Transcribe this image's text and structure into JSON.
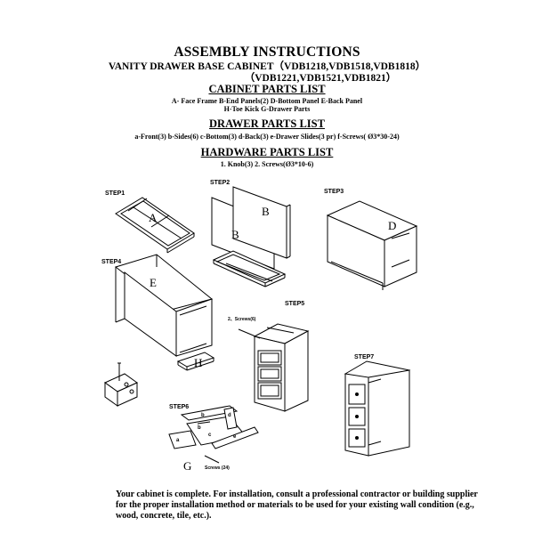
{
  "title": "ASSEMBLY INSTRUCTIONS",
  "subtitle_line1": "VANITY DRAWER  BASE CABINET（VDB1218,VDB1518,VDB1818）",
  "subtitle_line2": "（VDB1221,VDB1521,VDB1821）",
  "cabinet": {
    "heading": "CABINET  PARTS LIST",
    "line1": "A- Face Frame   B-End Panels(2)   D-Bottom Panel   E-Back Panel",
    "line2": "H-Toe Kick   G-Drawer Parts"
  },
  "drawer": {
    "heading": "DRAWER  PARTS LIST",
    "line1": "a-Front(3)  b-Sides(6)  c-Bottom(3)  d-Back(3)  e-Drawer Slides(3 pr)  f-Screws(  Ø3*30-24)"
  },
  "hardware": {
    "heading": "HARDWARE PARTS LIST",
    "line1": "1.  Knob(3)       2.  Screws(Ø3*10-6)"
  },
  "steps": {
    "step1": "STEP1",
    "step2": "STEP2",
    "step3": "STEP3",
    "step4": "STEP4",
    "step5": "STEP5",
    "step6": "STEP6",
    "step7": "STEP7"
  },
  "part_letters": {
    "a_big": "A",
    "b_left": "B",
    "b_right": "B",
    "d": "D",
    "e": "E",
    "h": "H",
    "g": "G",
    "a_small": "a",
    "b_small_1": "b",
    "b_small_2": "b",
    "c_small": "c",
    "d_small": "d",
    "e_small": "e"
  },
  "callouts": {
    "screws_step5": "2、Screws(6)",
    "screws_step6": "Screws (24)"
  },
  "footer": "Your cabinet is complete.  For installation, consult a professional contractor or building supplier for the proper installation method or materials to be used for your existing wall condition (e.g., wood, concrete, tile, etc.)."
}
